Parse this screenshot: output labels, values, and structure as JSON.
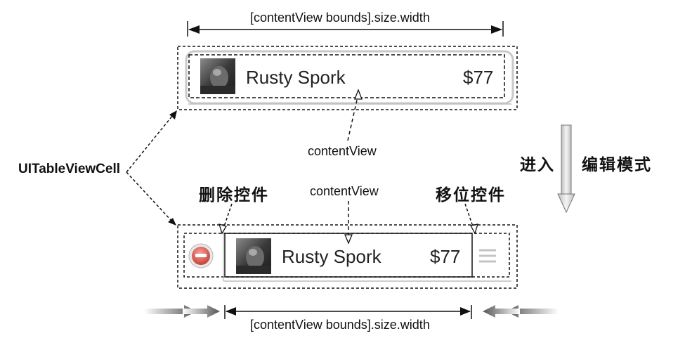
{
  "diagram": {
    "width_label_top": "[contentView bounds].size.width",
    "width_label_bottom": "[contentView bounds].size.width",
    "content_view_label_top": "contentView",
    "content_view_label_bottom": "contentView",
    "cell_label": "UITableViewCell",
    "delete_control_label": "删除控件",
    "reorder_control_label": "移位控件",
    "edit_mode_label_part1": "进入",
    "edit_mode_label_part2": "编辑模式"
  },
  "row": {
    "name": "Rusty Spork",
    "price": "$77"
  },
  "colors": {
    "line": "#111111",
    "delete_icon": "#c0392b",
    "arrow_gray": "#9a9a9a"
  }
}
